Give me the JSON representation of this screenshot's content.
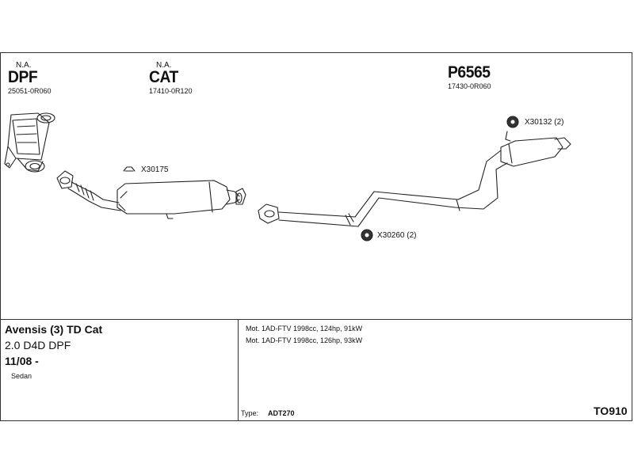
{
  "parts": {
    "dpf": {
      "status": "N.A.",
      "code": "DPF",
      "part_number": "25051-0R060"
    },
    "cat": {
      "status": "N.A.",
      "code": "CAT",
      "part_number": "17410-0R120"
    },
    "pipe": {
      "code": "P6565",
      "part_number": "17430-0R060"
    }
  },
  "fittings": {
    "gasket": "X30175",
    "rear_mount": "X30132 (2)",
    "mid_mount": "X30260 (2)"
  },
  "vehicle": {
    "model": "Avensis (3) TD Cat",
    "engine": "2.0 D4D DPF",
    "date": "11/08 -",
    "body": "Sedan"
  },
  "engines": [
    "Mot. 1AD-FTV 1998cc, 124hp, 91kW",
    "Mot. 1AD-FTV 1998cc, 126hp, 93kW"
  ],
  "type": {
    "label": "Type:",
    "value": "ADT270"
  },
  "catalog_number": "TO910"
}
